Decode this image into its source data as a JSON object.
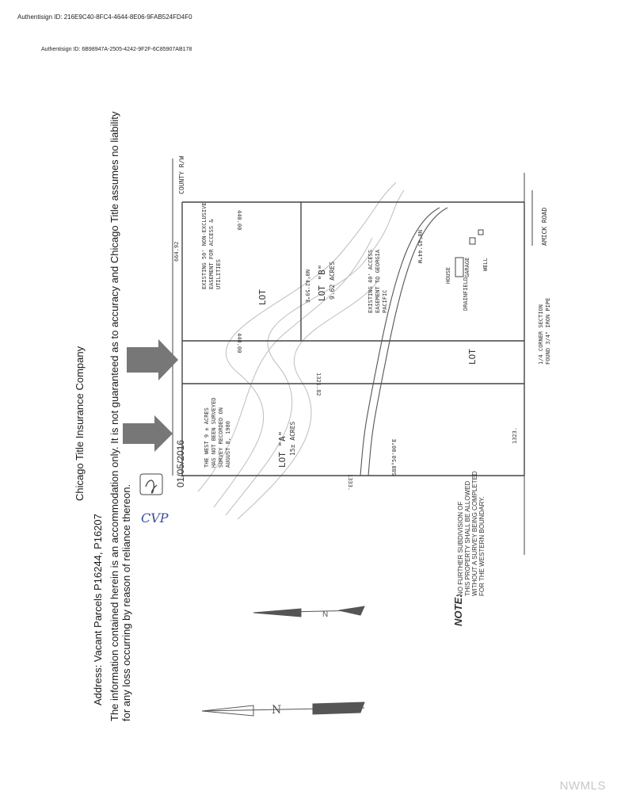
{
  "header": {
    "authentisign_1": "Authentisign ID: 216E9C40-8FC4-4644-8E06-9FAB524FD4F0",
    "authentisign_2": "Authentisign ID: 6B98947A-2505-4242-9F2F-6C85907AB178"
  },
  "document": {
    "company": "Chicago Title Insurance Company",
    "address": "Address:   Vacant Parcels P16244, P16207",
    "disclaimer_line1": "The information contained herein is an accommodation only.  It is not guaranteed as to accuracy and Chicago Title assumes no liability",
    "disclaimer_line2": "for any loss occurring by reason of reliance thereon.",
    "date": "01/05/2016",
    "initials": "CVP"
  },
  "map": {
    "county_label": "COUNTY R/W",
    "road_label": "AMICK ROAD",
    "lot_a": "LOT \"A\"",
    "lot_a_acres": "15± ACRES",
    "lot_b": "LOT \"B\"",
    "lot_b_acres": "9.62 ACRES",
    "lot_label": "LOT",
    "west_note_1": "THE WEST 9 ± ACRES",
    "west_note_2": "HAS NOT BEEN SURVEYED",
    "west_note_3": "SURVEY RECORDED ON",
    "west_note_4": "AUGUST 8, 1980",
    "easement_1_line1": "EXISTING 50' NON-EXCLUSIVE",
    "easement_1_line2": "EASEMENT FOR ACCESS &",
    "easement_1_line3": "UTILITIES",
    "easement_2_line1": "EXISTING 40' ACCESS",
    "easement_2_line2": "EASEMENT TO GEORGIA",
    "easement_2_line3": "PACIFIC",
    "house": "HOUSE",
    "garage": "GARAGE",
    "well": "WELL",
    "drainfield": "DRAINFIELD",
    "corner_note_1": "1/4 CORNER SECTION",
    "corner_note_2": "FOUND 3/4\" IRON PIPE",
    "dim_top_1": "440.00",
    "dim_top_2": "440.00",
    "dim_1": "664.92",
    "dim_2": "1321.82",
    "dim_3": "1333.",
    "dim_4": "1323.",
    "bearing_1": "N0°42'59\"E",
    "bearing_2": "N0°45'44\"W",
    "bearing_3": "S88°50'00\"E",
    "note_title": "NOTE:",
    "note_line1": "NO FURTHER SUBDIVISION OF",
    "note_line2": "THIS PROPERTY SHALL BE ALLOWED",
    "note_line3": "WITHOUT A SURVEY BEING COMPLETED",
    "note_line4": "FOR THE WESTERN BOUNDARY.",
    "north_1": "N",
    "north_2": "N"
  },
  "watermark": "NWMLS"
}
